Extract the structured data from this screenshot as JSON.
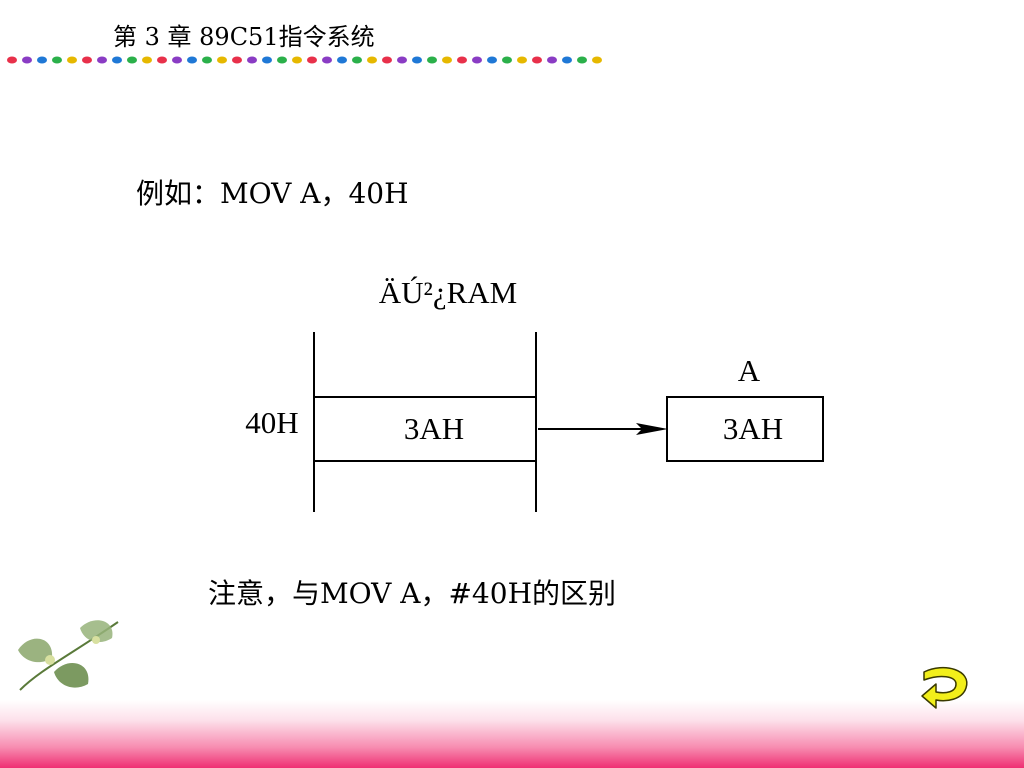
{
  "header": {
    "chapter_title": "第 3 章 89C51指令系统",
    "dot_colors": [
      "#e8304a",
      "#8a3cc4",
      "#1f78d6",
      "#2bb04a",
      "#e6b800"
    ]
  },
  "example": {
    "text": "例如：MOV A，40H"
  },
  "diagram": {
    "ram_label": "ÄÚ²¿RAM",
    "address_label": "40H",
    "ram_cell_value": "3AH",
    "register_label": "A",
    "register_value": "3AH"
  },
  "note": {
    "text": "注意，与MOV A，#40H的区别"
  },
  "footer": {
    "band_color": "#ef2f72",
    "return_icon": "return-arrow-icon",
    "return_icon_color": "#f2ef1a"
  }
}
